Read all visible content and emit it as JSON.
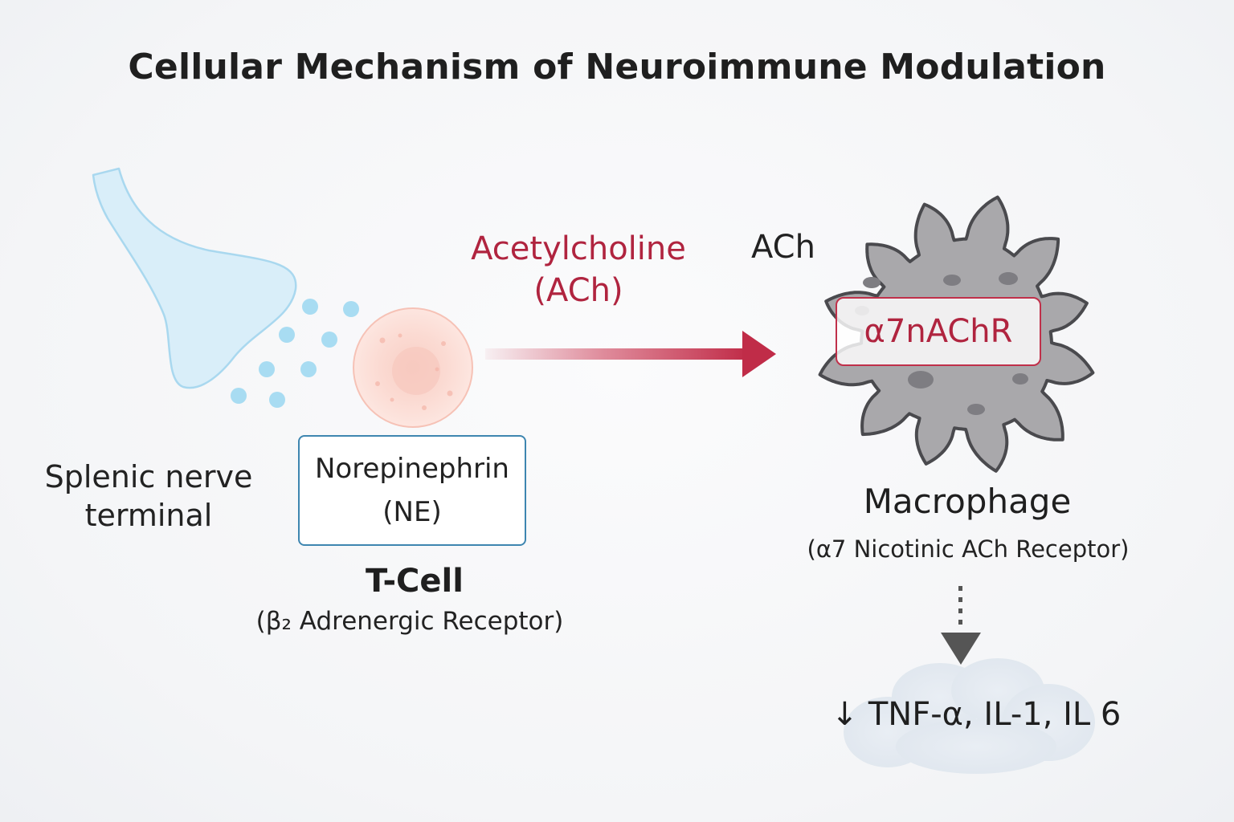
{
  "title": "Cellular Mechanism of Neuroimmune Modulation",
  "nerve_terminal": {
    "label_line1": "Splenic nerve",
    "label_line2": "terminal"
  },
  "t_cell": {
    "box_line1": "Norepinephrin",
    "box_line2": "(NE)",
    "label": "T-Cell",
    "sublabel": "(β₂ Adrenergic Receptor)"
  },
  "signal": {
    "label_line1": "Acetylcholine",
    "label_line2": "(ACh)",
    "short_label": "ACh"
  },
  "macrophage": {
    "receptor_label": "α7nAChR",
    "label": "Macrophage",
    "sublabel": "(α7 Nicotinic ACh Receptor)"
  },
  "outcome": {
    "label": "↓ TNF-α, IL-1, IL 6"
  },
  "colors": {
    "title": "#1f1f1f",
    "signal_red": "#b0243f",
    "ne_box_border": "#3e86b0",
    "nerve_fill": "#d9eef9",
    "vesicle": "#a8dcf2",
    "t_cell_fill": "#fbd7cf",
    "macrophage_fill": "#a9a8ab",
    "down_arrow": "#555555",
    "cloud": "#e6ecf3"
  }
}
